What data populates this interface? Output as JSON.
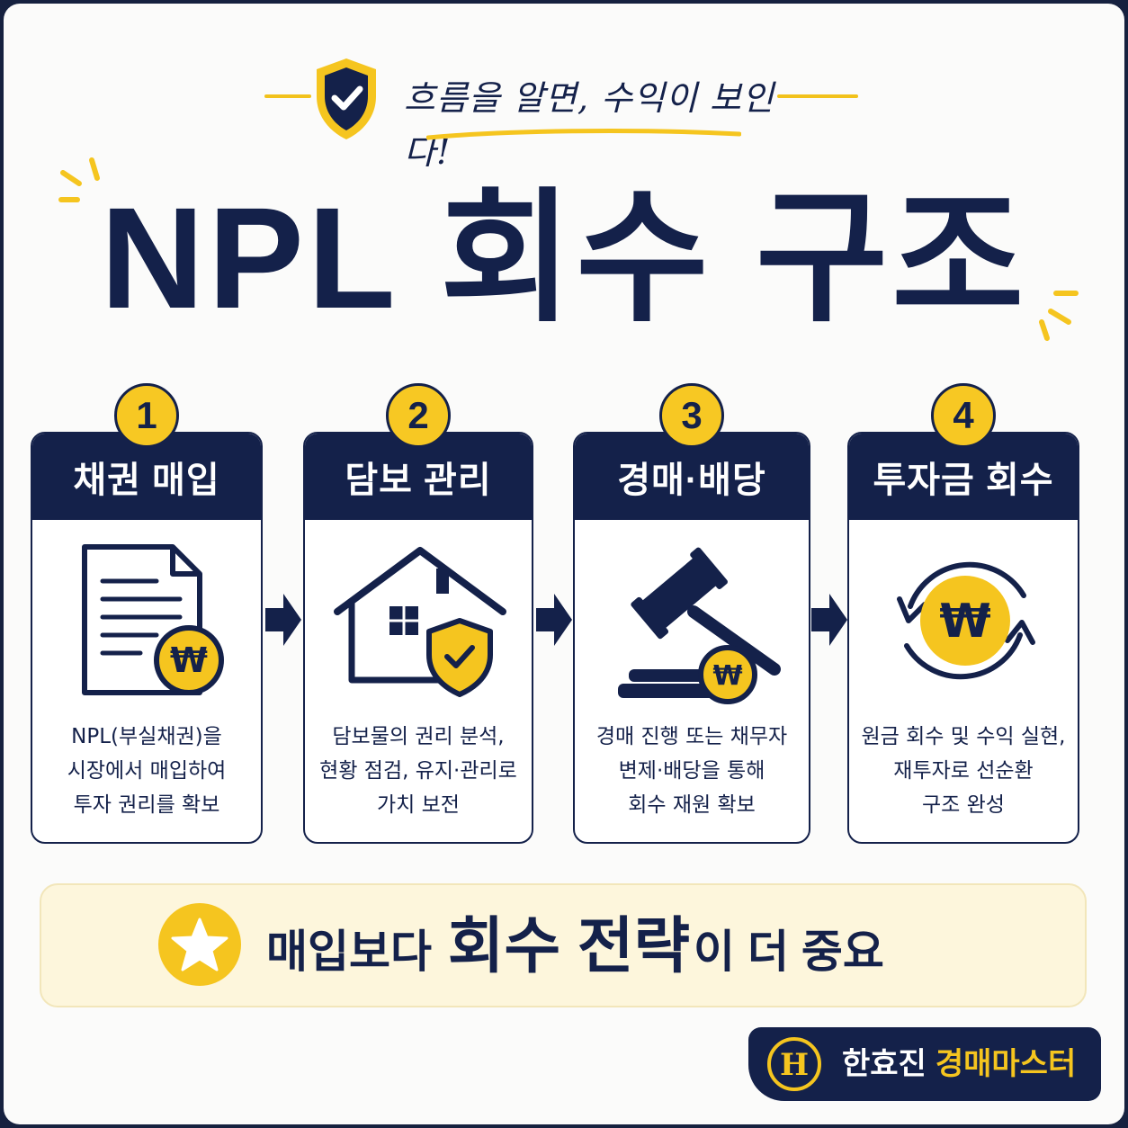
{
  "header": {
    "tagline": "흐름을 알면, 수익이 보인다!",
    "title": "NPL 회수 구조"
  },
  "steps": [
    {
      "number": "1",
      "title": "채권 매입",
      "icon": "document-won-icon",
      "desc": [
        "NPL(부실채권)을",
        "시장에서 매입하여",
        "투자 권리를 확보"
      ]
    },
    {
      "number": "2",
      "title": "담보 관리",
      "icon": "house-shield-icon",
      "desc": [
        "담보물의 권리 분석,",
        "현황 점검, 유지·관리로",
        "가치 보전"
      ]
    },
    {
      "number": "3",
      "title": "경매·배당",
      "icon": "gavel-won-icon",
      "desc": [
        "경매 진행 또는 채무자",
        "변제·배당을 통해",
        "회수 재원 확보"
      ]
    },
    {
      "number": "4",
      "title": "투자금 회수",
      "icon": "won-cycle-icon",
      "desc": [
        "원금 회수 및 수익 실현,",
        "재투자로 선순환",
        "구조 완성"
      ]
    }
  ],
  "banner": {
    "prefix": "매입보다 ",
    "emphasis": "회수 전략",
    "suffix": "이 더 중요",
    "icon": "star-icon"
  },
  "brand": {
    "logo_letter": "H",
    "name": "한효진",
    "subtitle": "경매마스터"
  },
  "colors": {
    "navy": "#14214a",
    "gold": "#f5c51f",
    "cream": "#fdf6dc"
  },
  "won_symbol": "₩"
}
